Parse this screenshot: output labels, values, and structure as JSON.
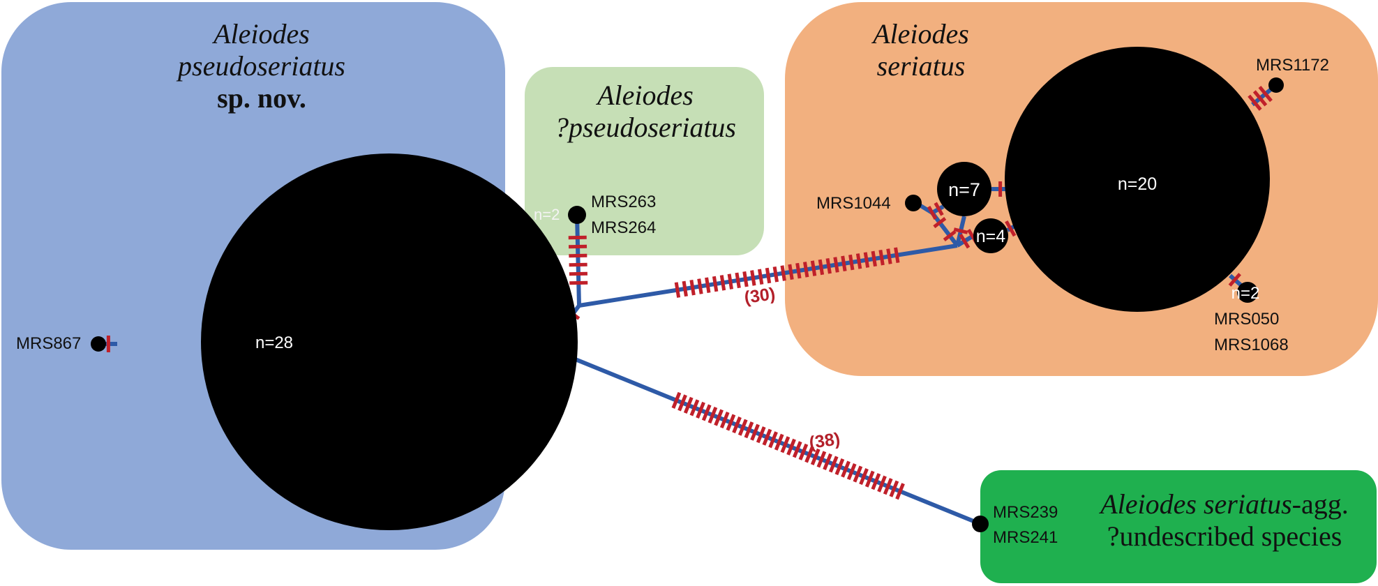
{
  "figure": {
    "type": "haplotype-network",
    "colors": {
      "pseudoseriatus_box": "#8fa9d8",
      "qpseudoseriatus_box": "#c6dfb6",
      "seriatus_box": "#f2b07f",
      "agg_box": "#1fb04f",
      "branch": "#2e5aa7",
      "mutation_tick": "#c0202a",
      "node": "#000000"
    }
  },
  "groups": {
    "pseudoseriatus": {
      "genus": "Aleiodes",
      "species": "pseudoseriatus",
      "status": "sp. nov."
    },
    "qpseudoseriatus": {
      "genus": "Aleiodes",
      "species": "?pseudoseriatus"
    },
    "seriatus": {
      "genus": "Aleiodes",
      "species": "seriatus"
    },
    "agg": {
      "line1_italic": "Aleiodes seriatus",
      "line1_suffix": "-agg.",
      "line2": "?undescribed species"
    }
  },
  "nodes": {
    "n28": {
      "label": "n=28"
    },
    "mrs867": {
      "label": "MRS867"
    },
    "n2_green": {
      "count_label": "n=2",
      "label1": "MRS263",
      "label2": "MRS264"
    },
    "n20": {
      "label": "n=20"
    },
    "n7": {
      "label": "n=7"
    },
    "n4": {
      "label": "n=4"
    },
    "mrs1044": {
      "label": "MRS1044"
    },
    "mrs1172": {
      "label": "MRS1172"
    },
    "n2_orange": {
      "count_label": "n=2",
      "label1": "MRS050",
      "label2": "MRS1068"
    },
    "agg_node": {
      "label1": "MRS239",
      "label2": "MRS241"
    }
  },
  "branches": {
    "to_seriatus": {
      "mutations": 30,
      "label": "(30)"
    },
    "to_agg": {
      "mutations": 38,
      "label": "(38)"
    },
    "to_green": {
      "mutations": 6
    },
    "to_mrs1172": {
      "mutations": 3
    },
    "to_mrs867": {
      "mutations": 1
    },
    "n28_to_hub": {
      "mutations": 1
    }
  }
}
